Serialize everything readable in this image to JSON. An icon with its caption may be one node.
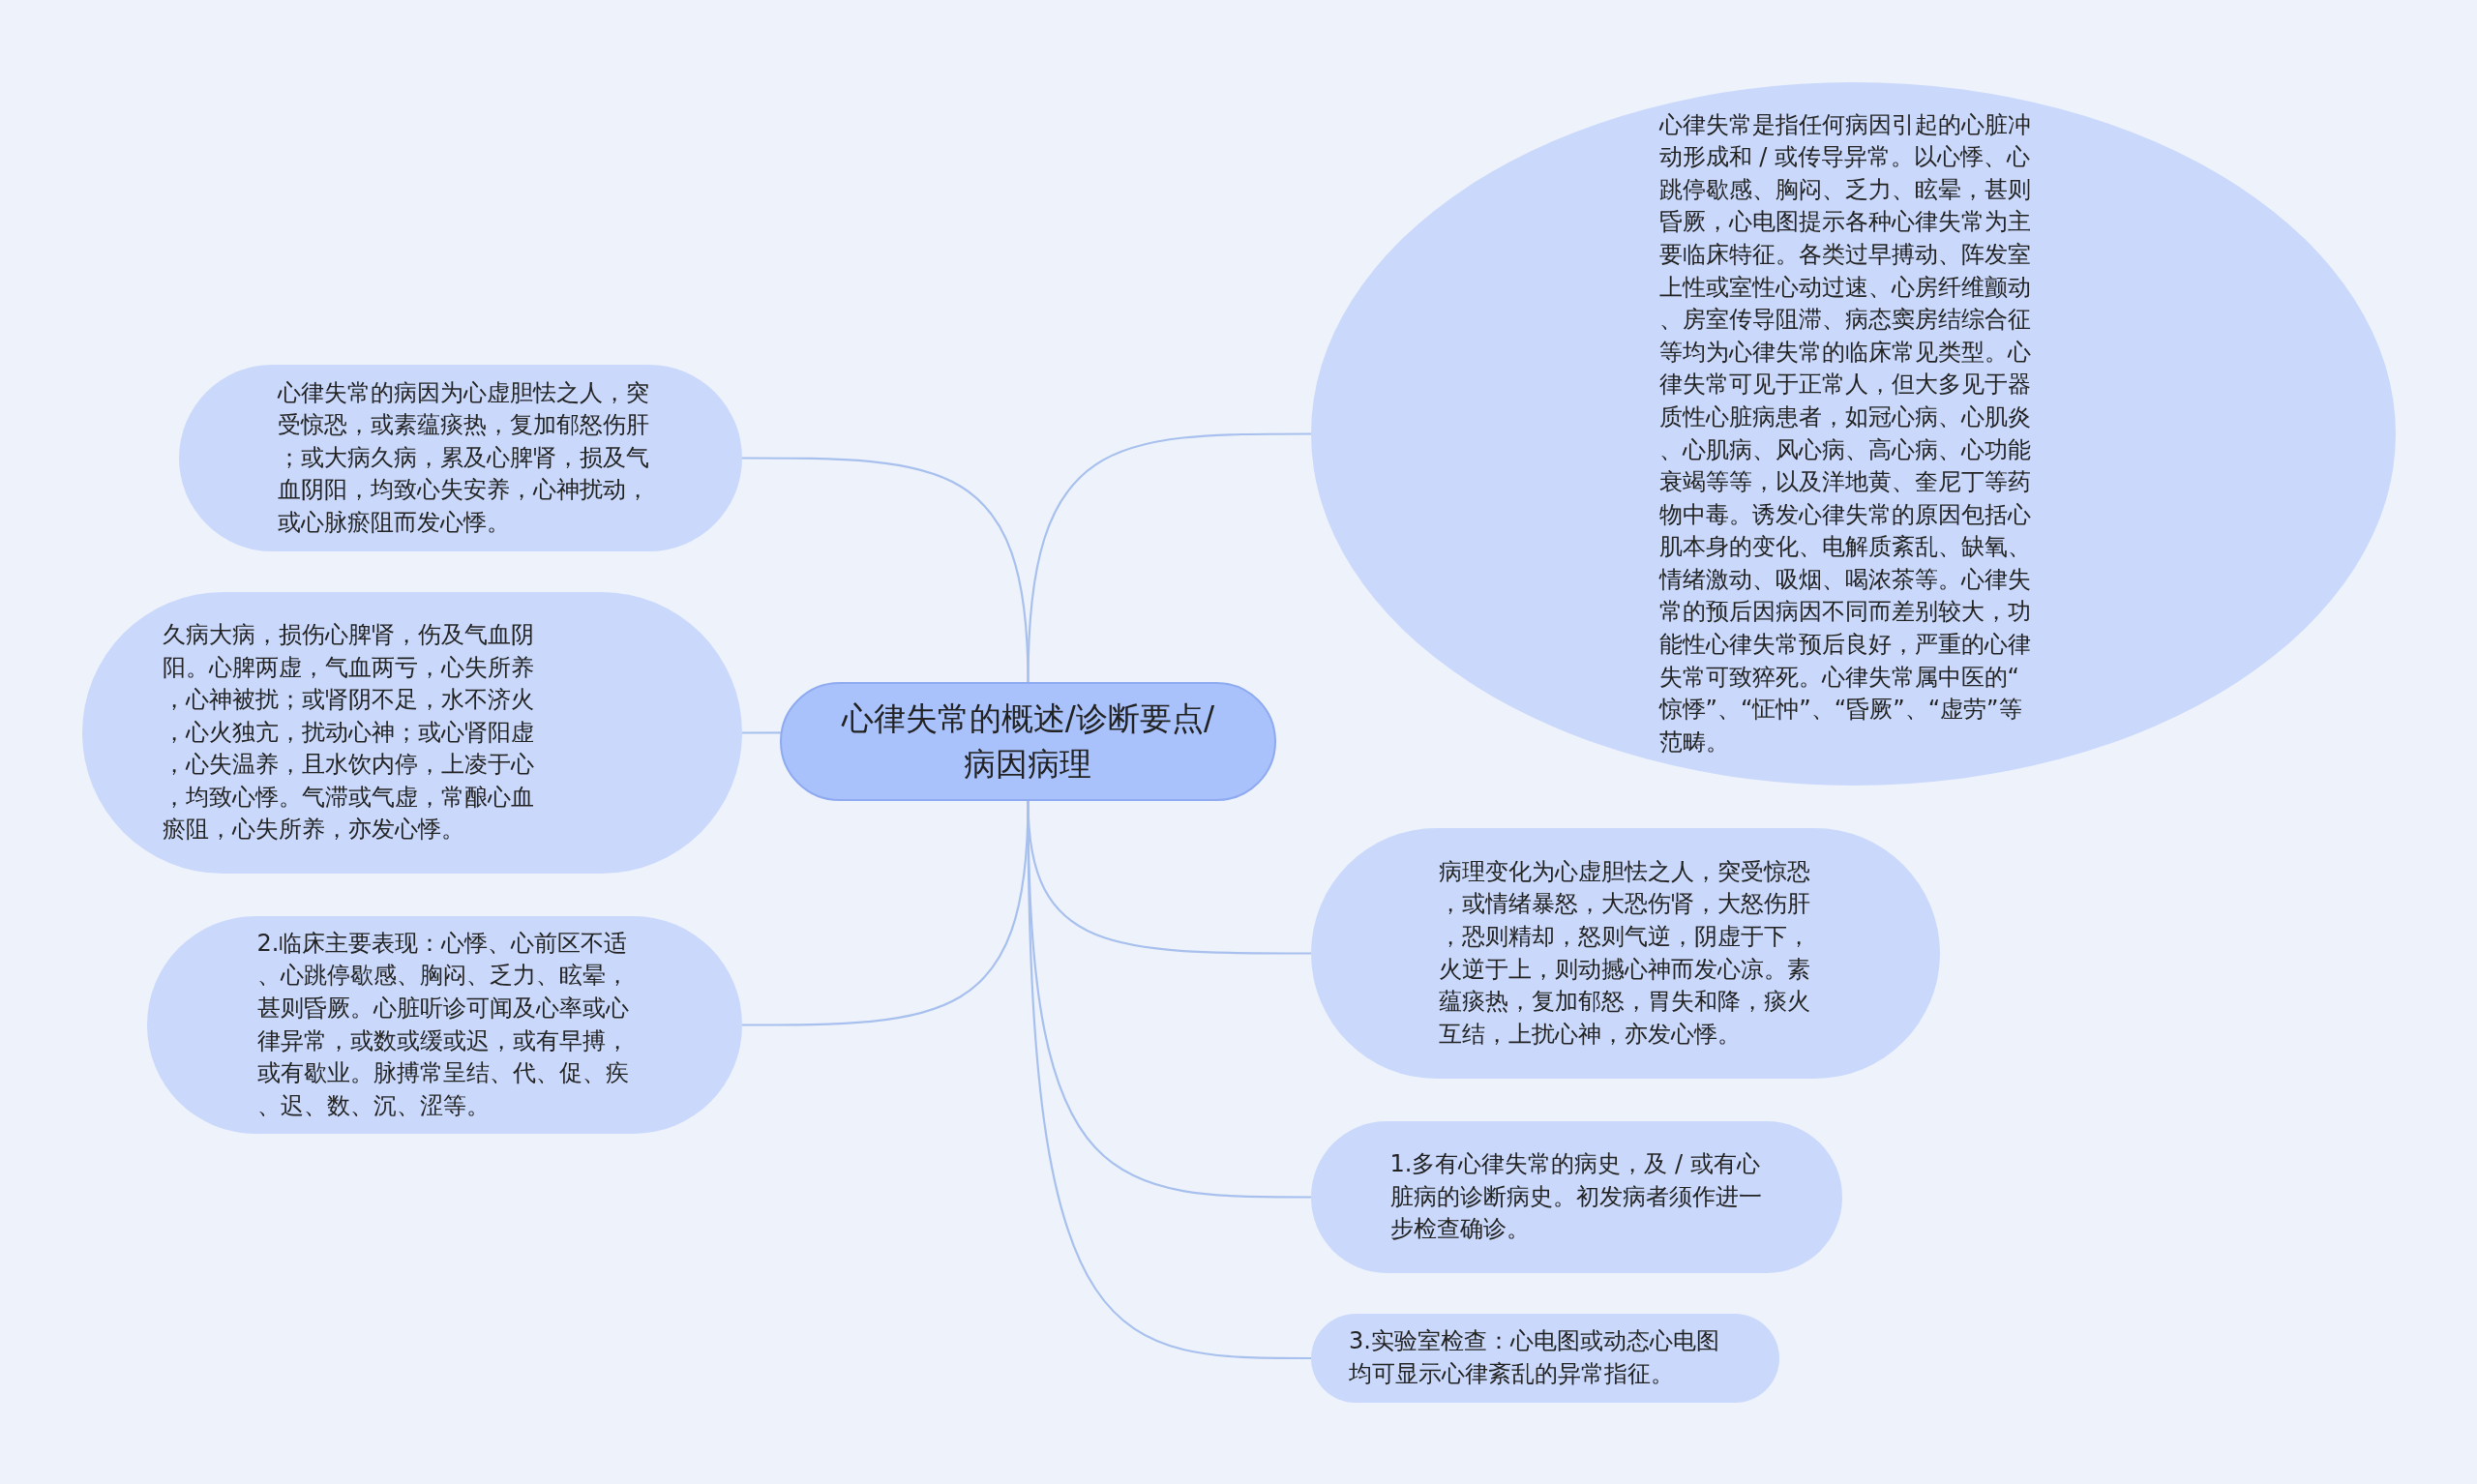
{
  "diagram": {
    "nodes": [
      {
        "text": [
          "心律失常的概述/诊断要点/病因病理"
        ]
      },
      {
        "text": [
          "心律失常是指任何病因引起的心脏冲动形成和 / 或传导异常。以心悸、心跳停歇感、胸闷、乏力、眩晕，甚则昏厥，心电图提示各种心律失常为主要临床特征。各类过早搏动、阵发室上性或室性心动过速、心房纤维颤动、房室传导阻滞、病态窦房结综合征等均为心律失常的临床常见类型。心律失常可见于正常人，但大多见于器质性心脏病患者，如冠心病、心肌炎、心肌病、风心病、高心病、心功能衰竭等等，以及洋地黄、奎尼丁等药物中毒。诱发心律失常的原因包括心肌本身的变化、电解质紊乱、缺氧、情绪激动、吸烟、喝浓茶等。心律失常的预后因病因不同而差别较大，功能性心律失常预后良好，严重的心律失常可致猝死。心律失常属中医的“惊悸”、“怔忡”、“昏厥”、“虚劳”等范畴。"
        ]
      },
      {
        "text": [
          "心律失常的病因为心虚胆怯之人，突受惊恐，或素蕴痰热，复加郁怒伤肝；或大病久病，累及心脾肾，损及气血阴阳，均致心失安养，心神扰动，或心脉瘀阻而发心悸。"
        ]
      },
      {
        "text": [
          "久病大病，损伤心脾肾，伤及气血阴阳。心脾两虚，气血两亏，心失所养，心神被扰；或肾阴不足，水不济火，心火独亢，扰动心神；或心肾阳虚，心失温养，且水饮内停，上凌于心，均致心悸。气滞或气虚，常酿心血瘀阻，心失所养，亦发心悸。"
        ]
      },
      {
        "text": [
          "2.临床主要表现：心悸、心前区不适、心跳停歇感、胸闷、乏力、眩晕，甚则昏厥。心脏听诊可闻及心率或心律异常，或数或缓或迟，或有早搏，或有歇业。脉搏常呈结、代、促、疾、迟、数、沉、涩等。"
        ]
      },
      {
        "text": [
          "病理变化为心虚胆怯之人，突受惊恐，或情绪暴怒，大恐伤肾，大怒伤肝，恐则精却，怒则气逆，阴虚于下，火逆于上，则动撼心神而发心凉。素蕴痰热，复加郁怒，胃失和降，痰火互结，上扰心神，亦发心悸。"
        ]
      },
      {
        "text": [
          "1.多有心律失常的病史，及 / 或有心脏病的诊断病史。初发病者须作进一步检查确诊。"
        ]
      },
      {
        "text": [
          "3.实验室检查：心电图或动态心电图均可显示心律紊乱的异常指征。"
        ]
      }
    ],
    "edges": [
      {
        "from": 0,
        "to": 1,
        "arrow": "none"
      },
      {
        "from": 0,
        "to": 2,
        "arrow": "none"
      },
      {
        "from": 0,
        "to": 3,
        "arrow": "none"
      },
      {
        "from": 0,
        "to": 4,
        "arrow": "none"
      },
      {
        "from": 0,
        "to": 5,
        "arrow": "none"
      },
      {
        "from": 0,
        "to": 6,
        "arrow": "none"
      },
      {
        "from": 0,
        "to": 7,
        "arrow": "none"
      }
    ]
  }
}
